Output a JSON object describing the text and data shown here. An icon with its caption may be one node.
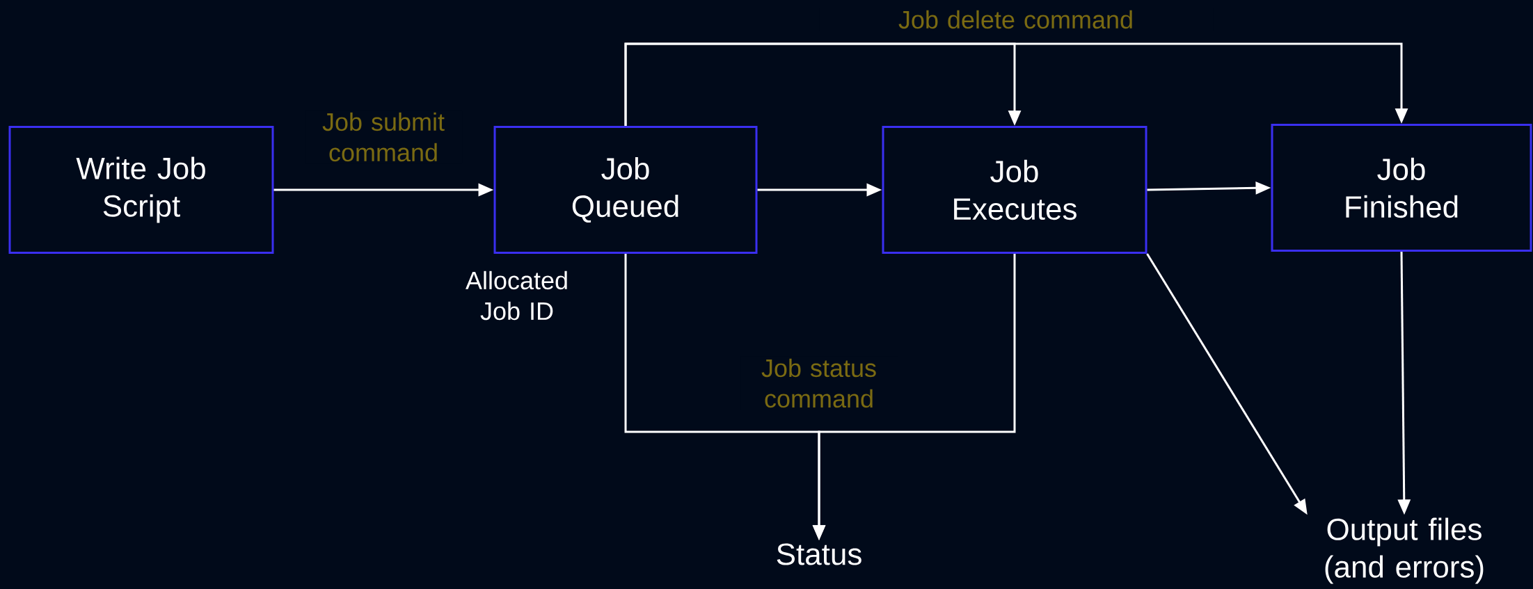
{
  "diagram": {
    "nodes": [
      {
        "text": [
          "Write Job Script"
        ]
      },
      {
        "text": [
          "Job Queued"
        ],
        "beside": [
          "Allocated Job ID"
        ]
      },
      {
        "text": [
          "Job Executes"
        ]
      },
      {
        "text": [
          "Job Finished"
        ]
      },
      {
        "text": [
          "Status"
        ]
      },
      {
        "text": [
          "Output files (and errors)"
        ]
      }
    ],
    "edges": [
      {
        "from": 0,
        "to": 1,
        "arrow": "to",
        "label": "Job submit command"
      },
      {
        "from": 1,
        "to": 2,
        "arrow": "to"
      },
      {
        "from": 2,
        "to": 3,
        "arrow": "to"
      },
      {
        "from": 1,
        "to": 2,
        "arrow": "to",
        "label": "Job delete command"
      },
      {
        "from": 1,
        "to": 3,
        "arrow": "to"
      },
      {
        "from": 1,
        "to": 4,
        "arrow": "to",
        "label": "Job status command"
      },
      {
        "from": 2,
        "to": 4,
        "arrow": "to"
      },
      {
        "from": 2,
        "to": 5,
        "arrow": "to"
      },
      {
        "from": 3,
        "to": 5,
        "arrow": "to"
      }
    ]
  }
}
